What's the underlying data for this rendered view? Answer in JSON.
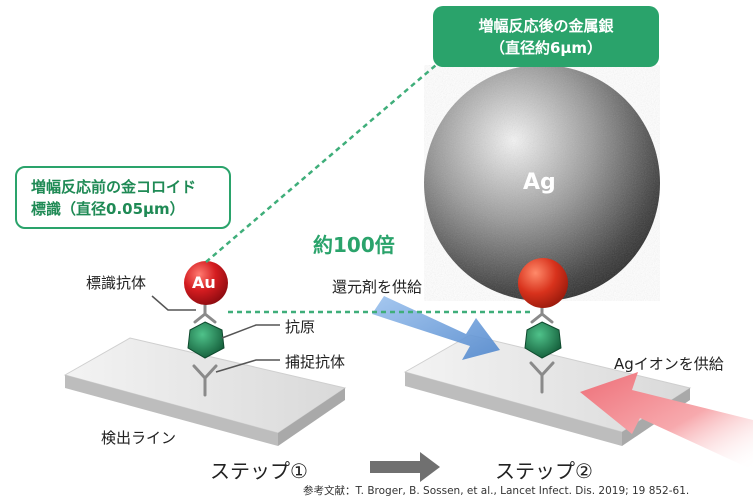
{
  "labels": {
    "labeled_antibody": "標識抗体",
    "antigen": "抗原",
    "capture_antibody": "捕捉抗体",
    "detection_line": "検出ライン",
    "reducing_agent": "還元剤を供給",
    "ag_ions": "Agイオンを供給",
    "au": "Au",
    "ag": "Ag"
  },
  "boxes": {
    "before": {
      "line1": "増幅反応前の金コロイド",
      "line2": "標識（直径0.05μm）"
    },
    "after": {
      "line1": "増幅反応後の金属銀",
      "line2": "（直径約6μm）"
    }
  },
  "ratio": "約100倍",
  "steps": {
    "step1": "ステップ①",
    "step2": "ステップ②"
  },
  "citation": "参考文献：T. Broger, B. Sossen, et al., Lancet Infect. Dis. 2019; 19 852-61.",
  "colors": {
    "accent_green": "#2aa36b",
    "gold_particle": "#c8141c",
    "antigen": "#1f7a4f",
    "reducing_arrow": "#6f9fd8",
    "ag_arrow": "#ef8a8f",
    "step_arrow": "#707070"
  }
}
